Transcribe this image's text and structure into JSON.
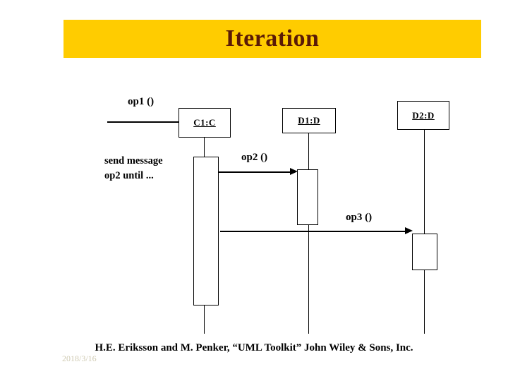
{
  "slide": {
    "title": "Iteration",
    "banner_color": "#FFCC00",
    "title_color": "#5A1A07",
    "background": "#FFFFFF"
  },
  "diagram": {
    "type": "uml-sequence-diagram",
    "lifelines": [
      {
        "id": "c1",
        "label": "C1:C"
      },
      {
        "id": "d1",
        "label": "D1:D"
      },
      {
        "id": "d2",
        "label": "D2:D"
      }
    ],
    "messages": [
      {
        "id": "op1",
        "label": "op1 ()",
        "from": "actor",
        "to": "c1"
      },
      {
        "id": "op2",
        "label": "op2 ()",
        "from": "c1",
        "to": "d1"
      },
      {
        "id": "op3",
        "label": "op3 ()",
        "from": "c1",
        "to": "d2"
      }
    ],
    "note": {
      "line1": "send message",
      "line2": "op2 until ..."
    }
  },
  "footer": {
    "citation": "H.E. Eriksson and M. Penker, “UML Toolkit” John Wiley & Sons, Inc.",
    "date": "2018/3/16",
    "date_color": "#CFCAB2"
  }
}
